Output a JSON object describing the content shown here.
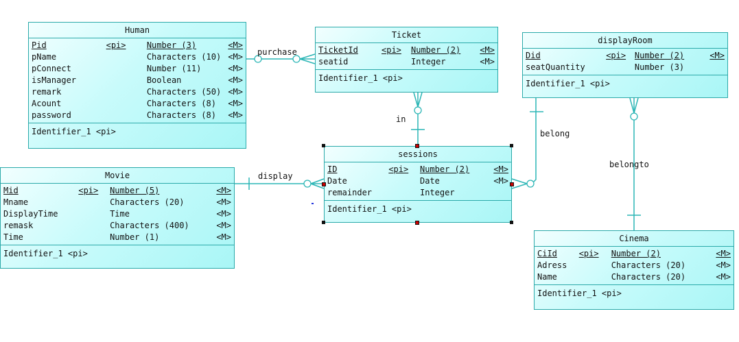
{
  "diagram": {
    "type": "entity-relationship (conceptual data model)",
    "entities": [
      {
        "name": "Human",
        "attributes": [
          {
            "name": "Pid",
            "key": "<pi>",
            "type": "Number (3)",
            "mandatory": "<M>",
            "primary": true
          },
          {
            "name": "pName",
            "key": "",
            "type": "Characters (10)",
            "mandatory": "<M>",
            "primary": false
          },
          {
            "name": "pConnect",
            "key": "",
            "type": "Number (11)",
            "mandatory": "<M>",
            "primary": false
          },
          {
            "name": "isManager",
            "key": "",
            "type": "Boolean",
            "mandatory": "<M>",
            "primary": false
          },
          {
            "name": "remark",
            "key": "",
            "type": "Characters (50)",
            "mandatory": "<M>",
            "primary": false
          },
          {
            "name": "Acount",
            "key": "",
            "type": "Characters (8)",
            "mandatory": "<M>",
            "primary": false
          },
          {
            "name": "password",
            "key": "",
            "type": "Characters (8)",
            "mandatory": "<M>",
            "primary": false
          }
        ],
        "identifier": "Identifier_1 <pi>"
      },
      {
        "name": "Ticket",
        "attributes": [
          {
            "name": "TicketId",
            "key": "<pi>",
            "type": "Number (2)",
            "mandatory": "<M>",
            "primary": true
          },
          {
            "name": "seatid",
            "key": "",
            "type": "Integer",
            "mandatory": "<M>",
            "primary": false
          }
        ],
        "identifier": "Identifier_1 <pi>"
      },
      {
        "name": "displayRoom",
        "attributes": [
          {
            "name": "Did",
            "key": "<pi>",
            "type": "Number (2)",
            "mandatory": "<M>",
            "primary": true
          },
          {
            "name": "seatQuantity",
            "key": "",
            "type": "Number (3)",
            "mandatory": "",
            "primary": false
          }
        ],
        "identifier": "Identifier_1 <pi>"
      },
      {
        "name": "sessions",
        "attributes": [
          {
            "name": "ID",
            "key": "<pi>",
            "type": "Number (2)",
            "mandatory": "<M>",
            "primary": true
          },
          {
            "name": "Date",
            "key": "",
            "type": "Date",
            "mandatory": "<M>",
            "primary": false
          },
          {
            "name": "remainder",
            "key": "",
            "type": "Integer",
            "mandatory": "",
            "primary": false
          }
        ],
        "identifier": "Identifier_1 <pi>",
        "selected": true
      },
      {
        "name": "Movie",
        "attributes": [
          {
            "name": "Mid",
            "key": "<pi>",
            "type": "Number (5)",
            "mandatory": "<M>",
            "primary": true
          },
          {
            "name": "Mname",
            "key": "",
            "type": "Characters (20)",
            "mandatory": "<M>",
            "primary": false
          },
          {
            "name": "DisplayTime",
            "key": "",
            "type": "Time",
            "mandatory": "<M>",
            "primary": false
          },
          {
            "name": "remask",
            "key": "",
            "type": "Characters (400)",
            "mandatory": "<M>",
            "primary": false
          },
          {
            "name": "Time",
            "key": "",
            "type": "Number (1)",
            "mandatory": "<M>",
            "primary": false
          }
        ],
        "identifier": "Identifier_1 <pi>"
      },
      {
        "name": "Cinema",
        "attributes": [
          {
            "name": "CiId",
            "key": "<pi>",
            "type": "Number (2)",
            "mandatory": "<M>",
            "primary": true
          },
          {
            "name": "Adress",
            "key": "",
            "type": "Characters (20)",
            "mandatory": "<M>",
            "primary": false
          },
          {
            "name": "Name",
            "key": "",
            "type": "Characters (20)",
            "mandatory": "<M>",
            "primary": false
          }
        ],
        "identifier": "Identifier_1 <pi>"
      }
    ],
    "relationships": [
      {
        "label": "purchase",
        "from": "Human",
        "to": "Ticket",
        "from_card": "zero-or-one",
        "to_card": "zero-or-many"
      },
      {
        "label": "in",
        "from": "sessions",
        "to": "Ticket",
        "from_card": "one",
        "to_card": "zero-or-many"
      },
      {
        "label": "display",
        "from": "Movie",
        "to": "sessions",
        "from_card": "one",
        "to_card": "zero-or-many"
      },
      {
        "label": "belong",
        "from": "displayRoom",
        "to": "sessions",
        "from_card": "one",
        "to_card": "zero-or-many"
      },
      {
        "label": "belongto",
        "from": "Cinema",
        "to": "displayRoom",
        "from_card": "one",
        "to_card": "zero-or-many"
      }
    ],
    "colors": {
      "border": "#2aa9a9",
      "fill_light": "#f2ffff",
      "fill_dark": "#a9f6f6",
      "line": "#2ab5b5",
      "handle": "#111111",
      "handle_red": "#cc0000"
    }
  }
}
